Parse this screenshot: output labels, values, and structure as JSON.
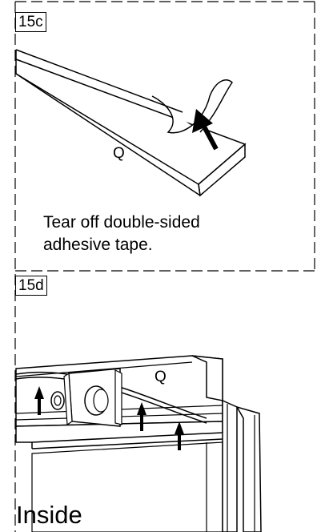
{
  "step_15c": {
    "label": "15c",
    "part_letter": "Q",
    "caption_line1": "Tear off double-sided",
    "caption_line2": "adhesive tape."
  },
  "step_15d": {
    "label": "15d",
    "part_letter": "Q",
    "location_label": "Inside"
  },
  "colors": {
    "line": "#000000",
    "background": "#ffffff"
  }
}
